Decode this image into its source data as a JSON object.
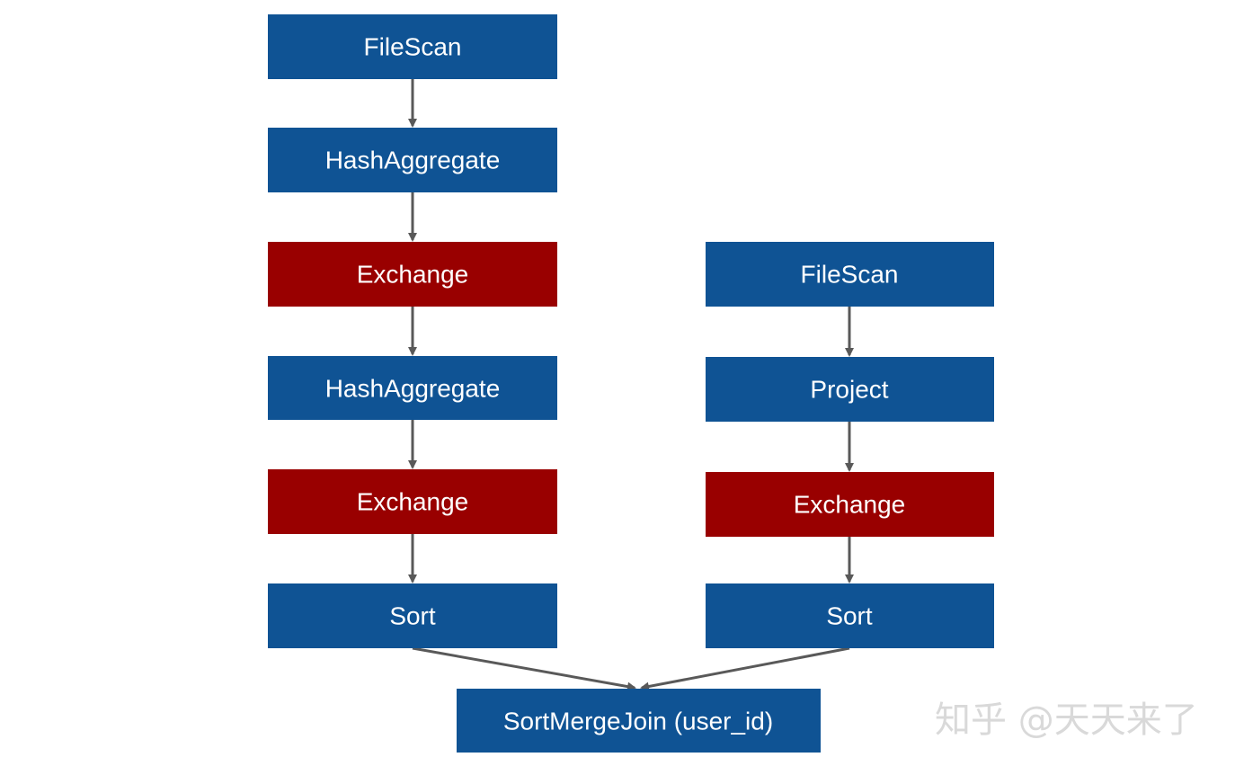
{
  "colors": {
    "operator": "#0f5394",
    "exchange": "#990000",
    "arrow": "#595959",
    "watermark": "#d9d9d9"
  },
  "left_branch": [
    {
      "label": "FileScan",
      "kind": "operator"
    },
    {
      "label": "HashAggregate",
      "kind": "operator"
    },
    {
      "label": "Exchange",
      "kind": "exchange"
    },
    {
      "label": "HashAggregate",
      "kind": "operator"
    },
    {
      "label": "Exchange",
      "kind": "exchange"
    },
    {
      "label": "Sort",
      "kind": "operator"
    }
  ],
  "right_branch": [
    {
      "label": "FileScan",
      "kind": "operator"
    },
    {
      "label": "Project",
      "kind": "operator"
    },
    {
      "label": "Exchange",
      "kind": "exchange"
    },
    {
      "label": "Sort",
      "kind": "operator"
    }
  ],
  "join": {
    "label": "SortMergeJoin (user_id)",
    "kind": "operator"
  },
  "watermark": "知乎 @天天来了"
}
